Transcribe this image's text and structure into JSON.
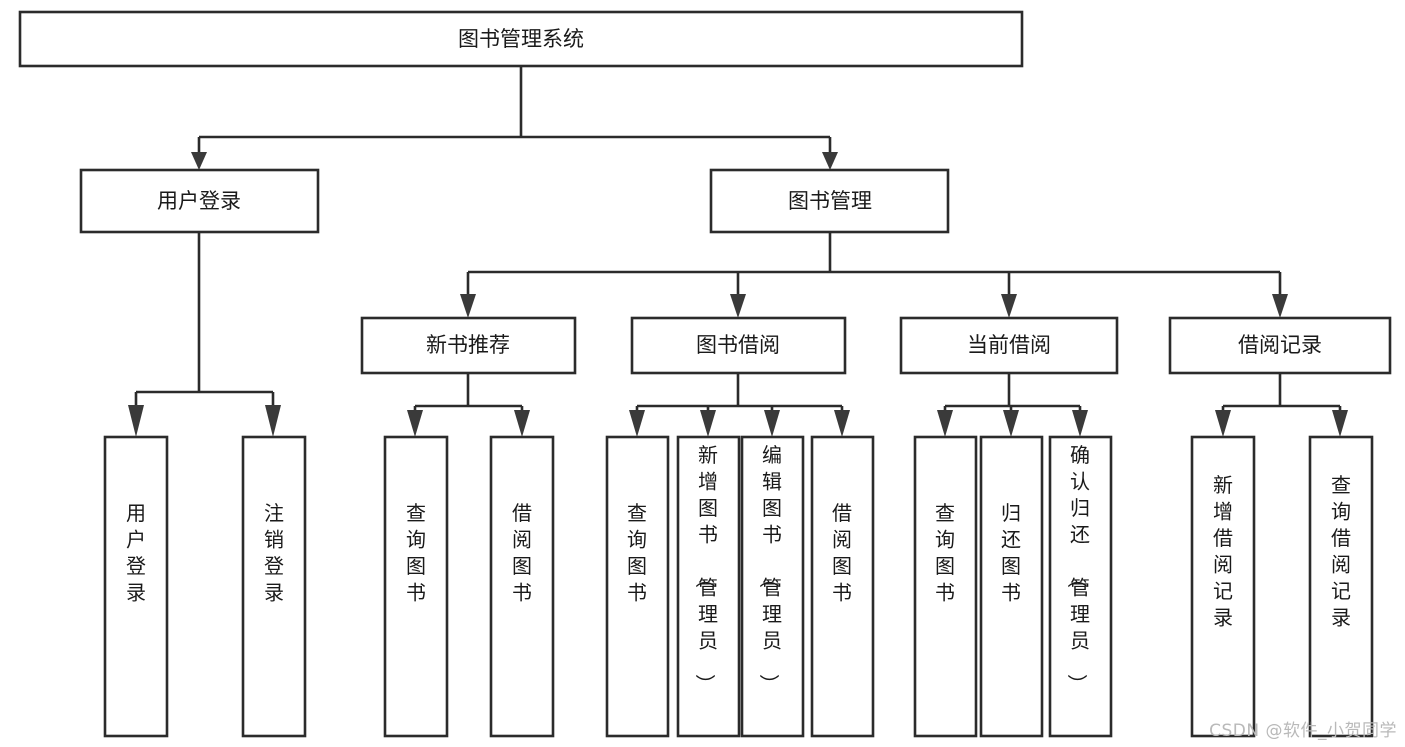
{
  "diagram": {
    "title": "图书管理系统",
    "watermark": "CSDN @软件_小贺同学",
    "colors": {
      "box_stroke": "#2b2b2b",
      "box_fill": "#ffffff",
      "text": "#1a1a1a",
      "arrow": "#3a3a3a",
      "watermark": "#b9b9b9",
      "background": "#ffffff"
    },
    "levels": {
      "root": "图书管理系统",
      "level2": [
        "用户登录",
        "图书管理"
      ],
      "level3": [
        "新书推荐",
        "图书借阅",
        "当前借阅",
        "借阅记录"
      ]
    },
    "nodes": {
      "root": {
        "id": "root",
        "label": "图书管理系统",
        "orientation": "horizontal"
      },
      "n_user_login": {
        "id": "n_user_login",
        "label": "用户登录",
        "orientation": "horizontal"
      },
      "n_book_mgmt": {
        "id": "n_book_mgmt",
        "label": "图书管理",
        "orientation": "horizontal"
      },
      "n_new_book_rec": {
        "id": "n_new_book_rec",
        "label": "新书推荐",
        "orientation": "horizontal"
      },
      "n_book_borrow": {
        "id": "n_book_borrow",
        "label": "图书借阅",
        "orientation": "horizontal"
      },
      "n_current_borrow": {
        "id": "n_current_borrow",
        "label": "当前借阅",
        "orientation": "horizontal"
      },
      "n_borrow_record": {
        "id": "n_borrow_record",
        "label": "借阅记录",
        "orientation": "horizontal"
      },
      "l_user_login": {
        "id": "l_user_login",
        "label": "用户登录",
        "orientation": "vertical"
      },
      "l_user_logout": {
        "id": "l_user_logout",
        "label": "注销登录",
        "orientation": "vertical"
      },
      "l_rec_query": {
        "id": "l_rec_query",
        "label": "查询图书",
        "orientation": "vertical"
      },
      "l_rec_borrow": {
        "id": "l_rec_borrow",
        "label": "借阅图书",
        "orientation": "vertical"
      },
      "l_bb_query": {
        "id": "l_bb_query",
        "label": "查询图书",
        "orientation": "vertical"
      },
      "l_bb_add": {
        "id": "l_bb_add",
        "label": "新增图书（管理员）",
        "orientation": "vertical"
      },
      "l_bb_edit": {
        "id": "l_bb_edit",
        "label": "编辑图书（管理员）",
        "orientation": "vertical"
      },
      "l_bb_borrow": {
        "id": "l_bb_borrow",
        "label": "借阅图书",
        "orientation": "vertical"
      },
      "l_cb_query": {
        "id": "l_cb_query",
        "label": "查询图书",
        "orientation": "vertical"
      },
      "l_cb_return": {
        "id": "l_cb_return",
        "label": "归还图书",
        "orientation": "vertical"
      },
      "l_cb_confirm": {
        "id": "l_cb_confirm",
        "label": "确认归还（管理员）",
        "orientation": "vertical"
      },
      "l_br_add": {
        "id": "l_br_add",
        "label": "新增借阅记录",
        "orientation": "vertical"
      },
      "l_br_query": {
        "id": "l_br_query",
        "label": "查询借阅记录",
        "orientation": "vertical"
      }
    },
    "tree": {
      "图书管理系统": {
        "用户登录": [
          "用户登录",
          "注销登录"
        ],
        "图书管理": {
          "新书推荐": [
            "查询图书",
            "借阅图书"
          ],
          "图书借阅": [
            "查询图书",
            "新增图书（管理员）",
            "编辑图书（管理员）",
            "借阅图书"
          ],
          "当前借阅": [
            "查询图书",
            "归还图书",
            "确认归还（管理员）"
          ],
          "借阅记录": [
            "新增借阅记录",
            "查询借阅记录"
          ]
        }
      }
    }
  }
}
